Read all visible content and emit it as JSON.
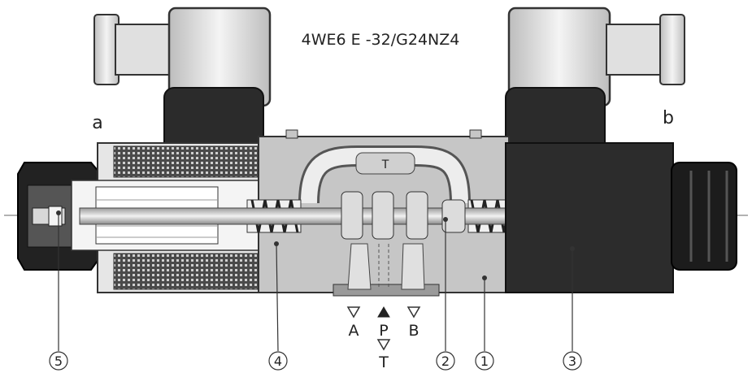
{
  "title": "4WE6 E -32/G24NZ4",
  "side_labels": {
    "left": "a",
    "right": "b"
  },
  "channel_label": "T",
  "ports": [
    {
      "id": "A",
      "symbol": "open-triangle"
    },
    {
      "id": "P",
      "symbol": "filled-triangle"
    },
    {
      "id": "B",
      "symbol": "open-triangle"
    },
    {
      "id": "T",
      "symbol": "open-triangle"
    }
  ],
  "callouts": [
    "5",
    "4",
    "2",
    "1",
    "3"
  ],
  "colors": {
    "housing": "#c8c8c8",
    "dark": "#2b2b2b",
    "coil": "#dcdcdc",
    "connector": "#ececec"
  }
}
